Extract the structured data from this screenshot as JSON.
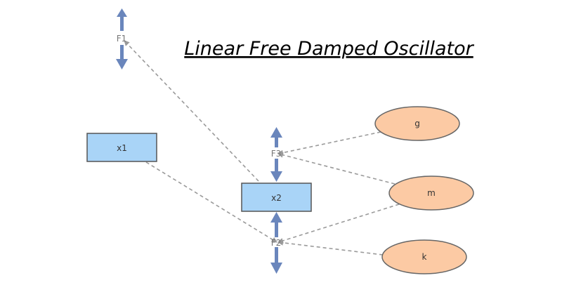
{
  "diagram": {
    "title": "Linear Free Damped Oscillator",
    "colors": {
      "stock_fill": "#a9d4f7",
      "stock_stroke": "#555555",
      "aux_fill": "#fccaa4",
      "aux_stroke": "#666666",
      "flow_color": "#6a86bc",
      "link_color": "#9a9a9a"
    },
    "stocks": [
      {
        "id": "x1",
        "label": "x1"
      },
      {
        "id": "x2",
        "label": "x2"
      }
    ],
    "flows": [
      {
        "id": "F1",
        "label": "F1"
      },
      {
        "id": "F3",
        "label": "F3"
      },
      {
        "id": "F2",
        "label": "F2"
      }
    ],
    "auxiliaries": [
      {
        "id": "g",
        "label": "g"
      },
      {
        "id": "m",
        "label": "m"
      },
      {
        "id": "k",
        "label": "k"
      }
    ],
    "links": [
      {
        "from": "x2",
        "to": "F1"
      },
      {
        "from": "g",
        "to": "F3"
      },
      {
        "from": "m",
        "to": "F3"
      },
      {
        "from": "x1",
        "to": "F2"
      },
      {
        "from": "m",
        "to": "F2"
      },
      {
        "from": "k",
        "to": "F2"
      }
    ]
  }
}
